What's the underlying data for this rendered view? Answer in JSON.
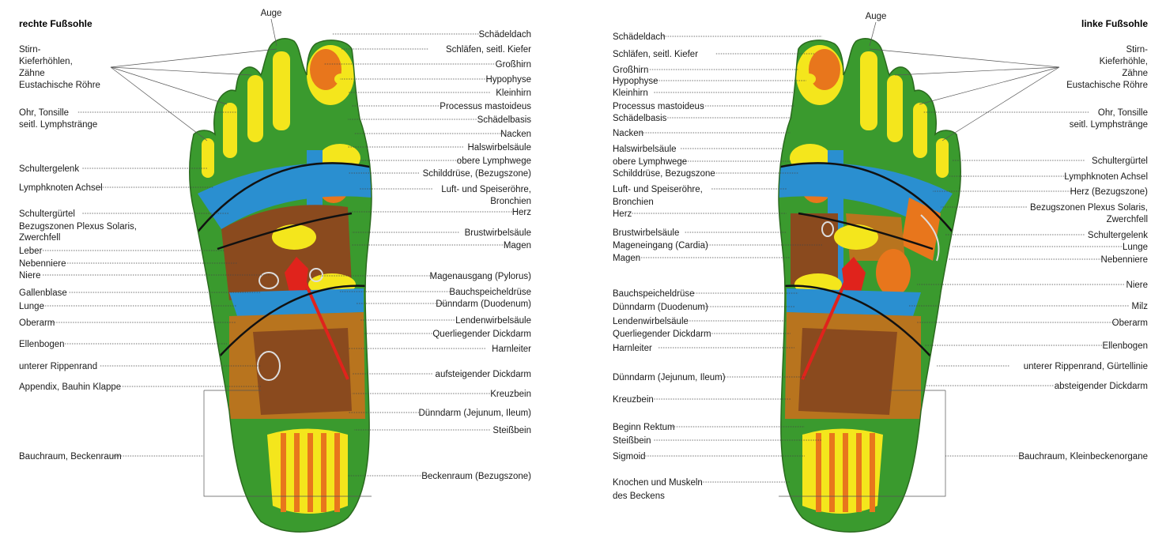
{
  "titles": {
    "right_sole": "rechte Fußsohle",
    "left_sole": "linke Fußsohle",
    "eye_right": "Auge",
    "eye_left": "Auge"
  },
  "colors": {
    "green": "#3a9a2e",
    "light_green": "#78b83c",
    "yellow": "#f4e61c",
    "orange": "#e8761c",
    "blue": "#2a8fd0",
    "brown": "#8a4a1e",
    "light_brown": "#b8741e",
    "red": "#e0231c",
    "black_line": "#111111"
  },
  "right_foot": {
    "left_labels": [
      "Stirn-",
      "Kieferhöhlen,",
      "Zähne",
      "Eustachische Röhre",
      "Ohr, Tonsille",
      "seitl. Lymphstränge",
      "Schultergelenk",
      "Lymphknoten Achsel",
      "Schultergürtel",
      "Bezugszonen Plexus Solaris,",
      "Zwerchfell",
      "Leber",
      "Nebenniere",
      "Niere",
      "Gallenblase",
      "Lunge",
      "Oberarm",
      "Ellenbogen",
      "unterer Rippenrand",
      "Appendix, Bauhin Klappe",
      "Bauchraum, Beckenraum"
    ],
    "right_labels": [
      "Schädeldach",
      "Schläfen, seitl. Kiefer",
      "Großhirn",
      "Hypophyse",
      "Kleinhirn",
      "Processus mastoideus",
      "Schädelbasis",
      "Nacken",
      "Halswirbelsäule",
      "obere Lymphwege",
      "Schilddrüse, (Bezugszone)",
      "Luft- und Speiseröhre,",
      "Bronchien",
      "Herz",
      "Brustwirbelsäule",
      "Magen",
      "Magenausgang (Pylorus)",
      "Bauchspeicheldrüse",
      "Dünndarm (Duodenum)",
      "Lendenwirbelsäule",
      "Querliegender Dickdarm",
      "Harnleiter",
      "aufsteigender Dickdarm",
      "Kreuzbein",
      "Dünndarm (Jejunum, Ileum)",
      "Steißbein",
      "Beckenraum (Bezugszone)"
    ]
  },
  "left_foot": {
    "left_labels": [
      "Schädeldach",
      "Schläfen, seitl. Kiefer",
      "Großhirn",
      "Hypophyse",
      "Kleinhirn",
      "Processus mastoideus",
      "Schädelbasis",
      "Nacken",
      "Halswirbelsäule",
      "obere Lymphwege",
      "Schilddrüse, Bezugszone",
      "Luft- und Speiseröhre,",
      "Bronchien",
      "Herz",
      "Brustwirbelsäule",
      "Mageneingang (Cardia)",
      "Magen",
      "Bauchspeicheldrüse",
      "Dünndarm (Duodenum)",
      "Lendenwirbelsäule",
      "Querliegender Dickdarm",
      "Harnleiter",
      "Dünndarm (Jejunum, Ileum)",
      "Kreuzbein",
      "Beginn Rektum",
      "Steißbein",
      "Sigmoid",
      "Knochen und Muskeln",
      "des Beckens"
    ],
    "right_labels": [
      "Stirn-",
      "Kieferhöhle,",
      "Zähne",
      "Eustachische Röhre",
      "Ohr, Tonsille",
      "seitl. Lymphstränge",
      "Schultergürtel",
      "Lymphknoten Achsel",
      "Herz (Bezugszone)",
      "Bezugszonen Plexus Solaris,",
      "Zwerchfell",
      "Schultergelenk",
      "Lunge",
      "Nebenniere",
      "Niere",
      "Milz",
      "Oberarm",
      "Ellenbogen",
      "unterer Rippenrand, Gürtellinie",
      "absteigender Dickdarm",
      "Bauchraum, Kleinbeckenorgane"
    ]
  }
}
